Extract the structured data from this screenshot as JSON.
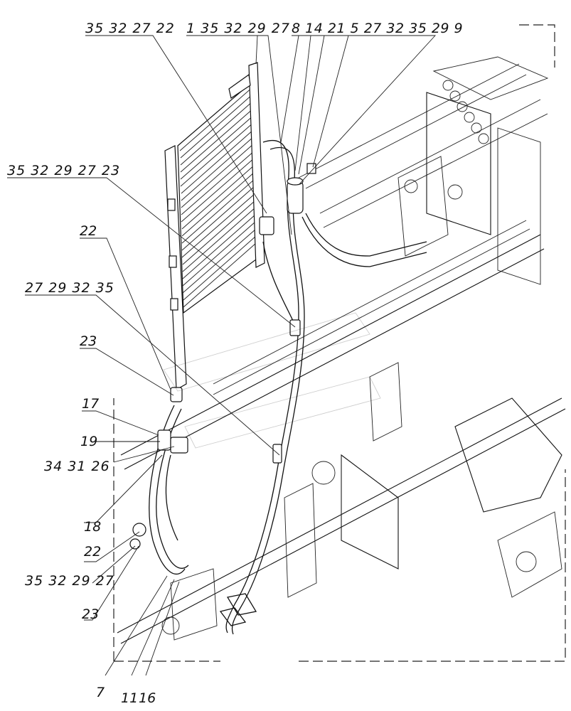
{
  "callouts": [
    {
      "id": "c01",
      "text": "35 32 27 22"
    },
    {
      "id": "c02",
      "text": "1 35 32 29 27"
    },
    {
      "id": "c03",
      "text": "8 14 21 5 27 32 35 29 9"
    },
    {
      "id": "c04",
      "text": "35 32 29 27 23"
    },
    {
      "id": "c05",
      "text": "22"
    },
    {
      "id": "c06",
      "text": "27 29 32 35"
    },
    {
      "id": "c07",
      "text": "23"
    },
    {
      "id": "c08",
      "text": "17"
    },
    {
      "id": "c09",
      "text": "19"
    },
    {
      "id": "c10",
      "text": "34 31 26"
    },
    {
      "id": "c11",
      "text": "18"
    },
    {
      "id": "c12",
      "text": "22"
    },
    {
      "id": "c13",
      "text": "35 32 29 27"
    },
    {
      "id": "c14",
      "text": "23"
    },
    {
      "id": "c15",
      "text": "7"
    },
    {
      "id": "c16",
      "text": "11"
    },
    {
      "id": "c17",
      "text": "16"
    }
  ]
}
